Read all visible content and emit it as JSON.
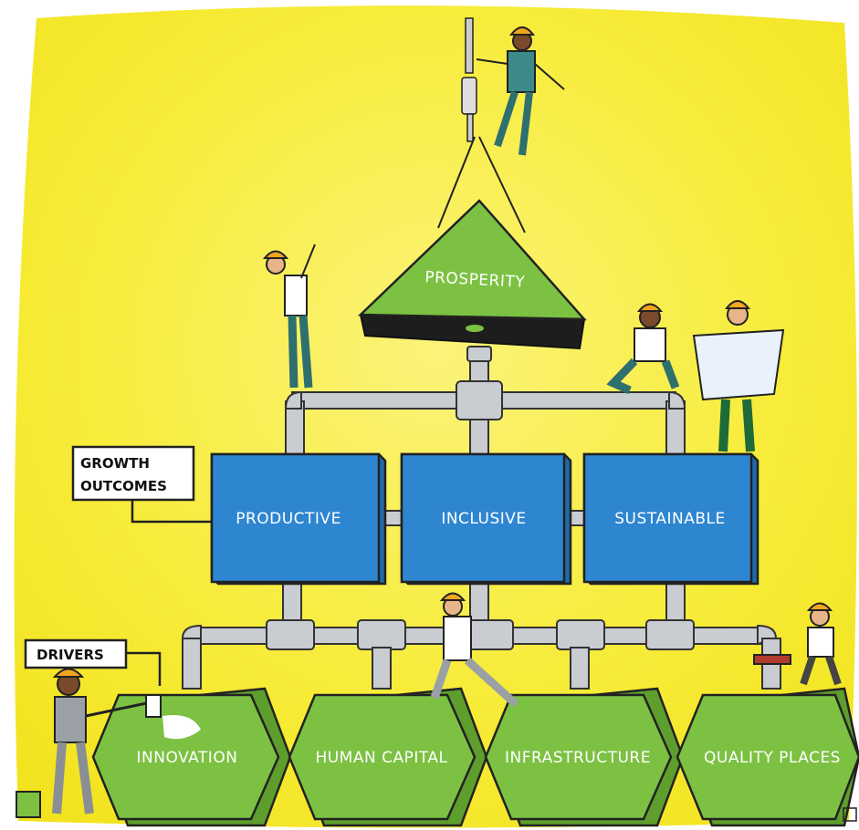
{
  "apex": {
    "label": "PROSPERITY"
  },
  "outcomes": {
    "tag": [
      "GROWTH",
      "OUTCOMES"
    ],
    "boxes": [
      "PRODUCTIVE",
      "INCLUSIVE",
      "SUSTAINABLE"
    ]
  },
  "drivers": {
    "tag": "DRIVERS",
    "items": [
      "INNOVATION",
      "HUMAN CAPITAL",
      "INFRASTRUCTURE",
      "QUALITY PLACES"
    ]
  },
  "colors": {
    "background": "#f7ec3a",
    "green": "#7cc142",
    "blue": "#2e86d1",
    "pipe": "#c9ccd0"
  }
}
